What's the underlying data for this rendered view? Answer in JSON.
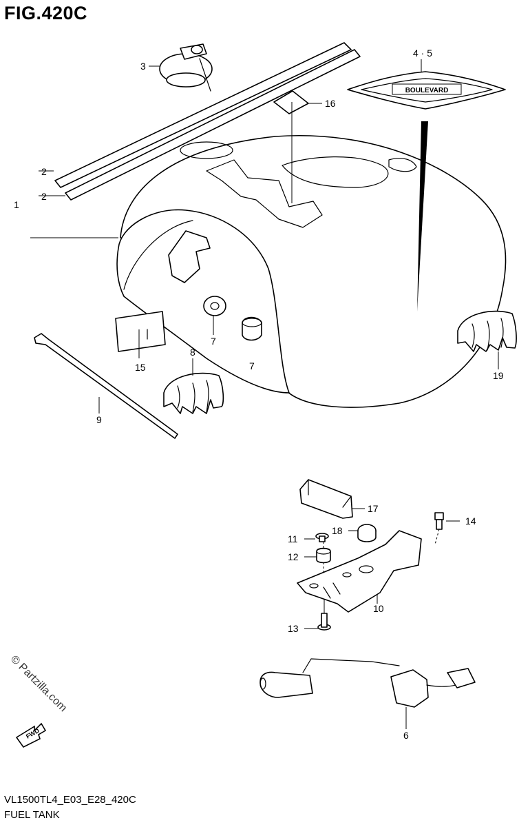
{
  "figure": {
    "title": "FIG.420C",
    "model_code": "VL1500TL4_E03_E28_420C",
    "caption": "FUEL TANK"
  },
  "watermark": "© Partzilla.com",
  "badge_text": "BOULEVARD",
  "fwd_text": "FWD",
  "callouts": {
    "c1": "1",
    "c2a": "2",
    "c2b": "2",
    "c3": "3",
    "c45": "4 · 5",
    "c6": "6",
    "c7a": "7",
    "c7b": "7",
    "c8": "8",
    "c9": "9",
    "c10": "10",
    "c11": "11",
    "c12": "12",
    "c13": "13",
    "c14": "14",
    "c15": "15",
    "c16": "16",
    "c17": "17",
    "c18": "18",
    "c19": "19"
  }
}
